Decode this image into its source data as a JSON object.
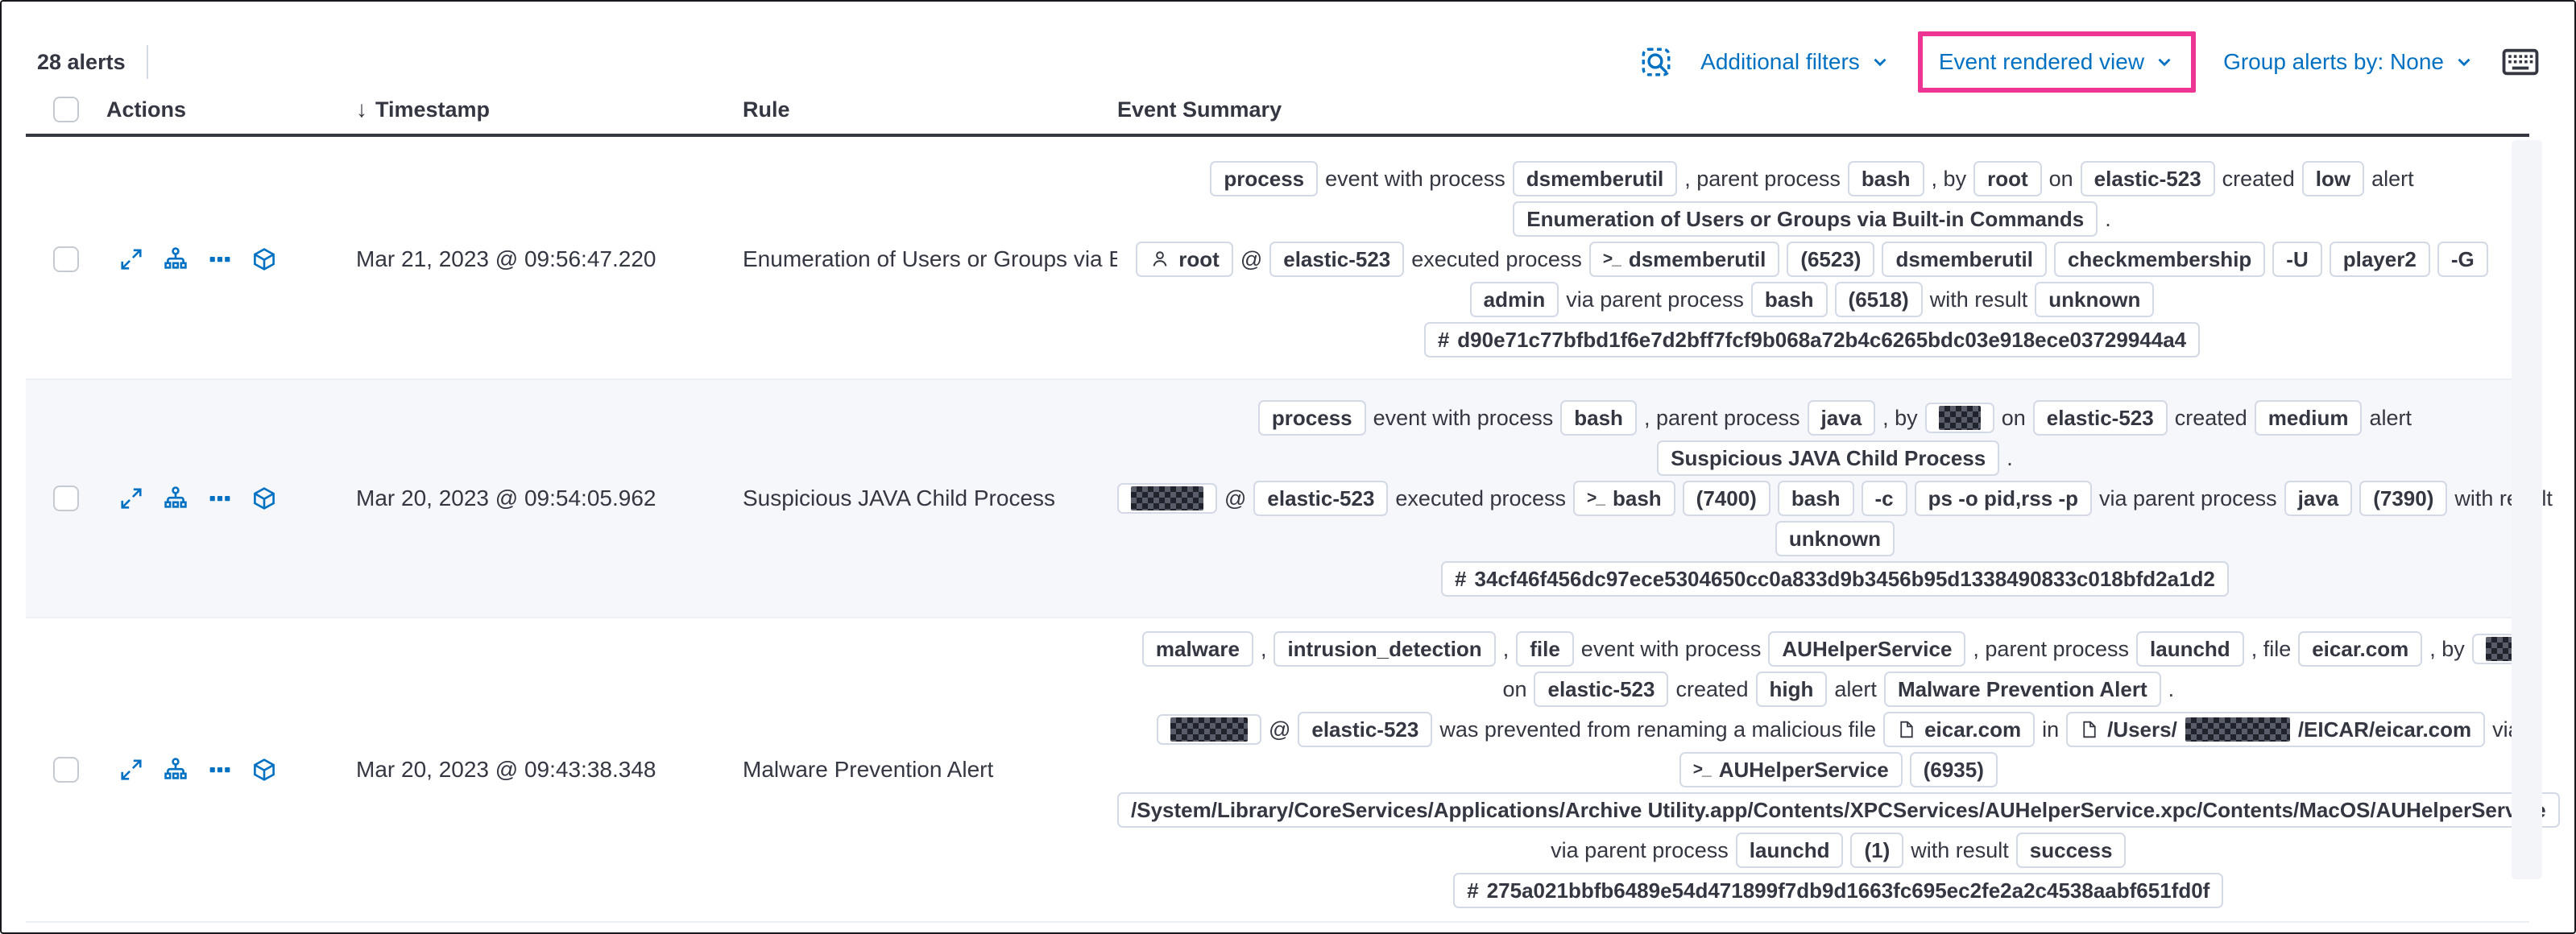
{
  "toolbar": {
    "alert_count": "28 alerts",
    "additional_filters": "Additional filters",
    "view_selector": "Event rendered view",
    "group_by_label": "Group alerts by: None"
  },
  "table": {
    "headers": {
      "actions": "Actions",
      "timestamp": "Timestamp",
      "rule": "Rule",
      "summary": "Event Summary"
    },
    "sort": "descending"
  },
  "icons": {
    "inspect": "magnifier-over-document",
    "keyboard": "keyboard",
    "chevron": "chevron-down",
    "sort": "arrow-down",
    "expand": "diagonal-expand-arrows",
    "analyze": "process-tree",
    "more": "boxes-horizontal",
    "timeline": "cube",
    "user": "person",
    "terminal": ">_",
    "document": "page",
    "hash": "#"
  },
  "colors": {
    "accent_blue": "#0071c2",
    "text": "#343741",
    "badge_border": "#d3dae6",
    "highlight_pink": "#ed3693",
    "shaded_row": "#f5f7fa",
    "header_rule": "#343741"
  },
  "rows": [
    {
      "timestamp": "Mar 21, 2023 @ 09:56:47.220",
      "rule": "Enumeration of Users or Groups via Bui",
      "shaded": false,
      "lines": [
        [
          {
            "b": "process"
          },
          {
            "t": "event with process"
          },
          {
            "b": "dsmemberutil"
          },
          {
            "t": ", parent process"
          },
          {
            "b": "bash"
          },
          {
            "t": ", by"
          },
          {
            "b": "root"
          },
          {
            "t": "on"
          },
          {
            "b": "elastic-523"
          },
          {
            "t": "created"
          },
          {
            "b": "low"
          },
          {
            "t": "alert"
          }
        ],
        [
          {
            "b": "Enumeration of Users or Groups via Built-in Commands"
          },
          {
            "t": "."
          }
        ],
        [
          {
            "b": "root",
            "icon": "user"
          },
          {
            "t": "@"
          },
          {
            "b": "elastic-523"
          },
          {
            "t": "executed process"
          },
          {
            "b": "dsmemberutil",
            "icon": "terminal"
          },
          {
            "b": "(6523)"
          },
          {
            "b": "dsmemberutil"
          },
          {
            "b": "checkmembership"
          },
          {
            "b": "-U"
          },
          {
            "b": "player2"
          },
          {
            "b": "-G"
          }
        ],
        [
          {
            "b": "admin"
          },
          {
            "t": "via parent process"
          },
          {
            "b": "bash"
          },
          {
            "b": "(6518)"
          },
          {
            "t": "with result"
          },
          {
            "b": "unknown"
          }
        ],
        [
          {
            "b": "d90e71c77bfbd1f6e7d2bff7fcf9b068a72b4c6265bdc03e918ece03729944a4",
            "icon": "hash"
          }
        ]
      ]
    },
    {
      "timestamp": "Mar 20, 2023 @ 09:54:05.962",
      "rule": "Suspicious JAVA Child Process",
      "shaded": true,
      "lines": [
        [
          {
            "b": "process"
          },
          {
            "t": "event with process"
          },
          {
            "b": "bash"
          },
          {
            "t": ", parent process"
          },
          {
            "b": "java"
          },
          {
            "t": ", by"
          },
          {
            "r": 52
          },
          {
            "t": "on"
          },
          {
            "b": "elastic-523"
          },
          {
            "t": "created"
          },
          {
            "b": "medium"
          },
          {
            "t": "alert"
          }
        ],
        [
          {
            "b": "Suspicious JAVA Child Process"
          },
          {
            "t": "."
          }
        ],
        [
          {
            "r": 90
          },
          {
            "t": "@"
          },
          {
            "b": "elastic-523"
          },
          {
            "t": "executed process"
          },
          {
            "b": "bash",
            "icon": "terminal"
          },
          {
            "b": "(7400)"
          },
          {
            "b": "bash"
          },
          {
            "b": "-c"
          },
          {
            "b": "ps -o pid,rss -p"
          },
          {
            "t": "via parent process"
          },
          {
            "b": "java"
          },
          {
            "b": "(7390)"
          },
          {
            "t": "with result"
          }
        ],
        [
          {
            "b": "unknown"
          }
        ],
        [
          {
            "b": "34cf46f456dc97ece5304650cc0a833d9b3456b95d1338490833c018bfd2a1d2",
            "icon": "hash"
          }
        ]
      ]
    },
    {
      "timestamp": "Mar 20, 2023 @ 09:43:38.348",
      "rule": "Malware Prevention Alert",
      "shaded": false,
      "lines": [
        [
          {
            "b": "malware"
          },
          {
            "t": ","
          },
          {
            "b": "intrusion_detection"
          },
          {
            "t": ","
          },
          {
            "b": "file"
          },
          {
            "t": "event with process"
          },
          {
            "b": "AUHelperService"
          },
          {
            "t": ", parent process"
          },
          {
            "b": "launchd"
          },
          {
            "t": ", file"
          },
          {
            "b": "eicar.com"
          },
          {
            "t": ", by"
          },
          {
            "r": 44
          }
        ],
        [
          {
            "t": "on"
          },
          {
            "b": "elastic-523"
          },
          {
            "t": "created"
          },
          {
            "b": "high"
          },
          {
            "t": "alert"
          },
          {
            "b": "Malware Prevention Alert"
          },
          {
            "t": "."
          }
        ],
        [
          {
            "r": 96
          },
          {
            "t": "@"
          },
          {
            "b": "elastic-523"
          },
          {
            "t": "was prevented from renaming a malicious file"
          },
          {
            "b": "eicar.com",
            "icon": "document"
          },
          {
            "t": "in"
          },
          {
            "icon": "document",
            "parts": [
              {
                "t": "/Users/"
              },
              {
                "r": 130
              },
              {
                "t": "/EICAR/eicar.com"
              }
            ]
          },
          {
            "t": "via"
          }
        ],
        [
          {
            "b": "AUHelperService",
            "icon": "terminal"
          },
          {
            "b": "(6935)"
          }
        ],
        [
          {
            "b": "/System/Library/CoreServices/Applications/Archive Utility.app/Contents/XPCServices/AUHelperService.xpc/Contents/MacOS/AUHelperService"
          }
        ],
        [
          {
            "t": "via parent process"
          },
          {
            "b": "launchd"
          },
          {
            "b": "(1)"
          },
          {
            "t": "with result"
          },
          {
            "b": "success"
          }
        ],
        [
          {
            "b": "275a021bbfb6489e54d471899f7db9d1663fc695ec2fe2a2c4538aabf651fd0f",
            "icon": "hash"
          }
        ]
      ]
    }
  ]
}
